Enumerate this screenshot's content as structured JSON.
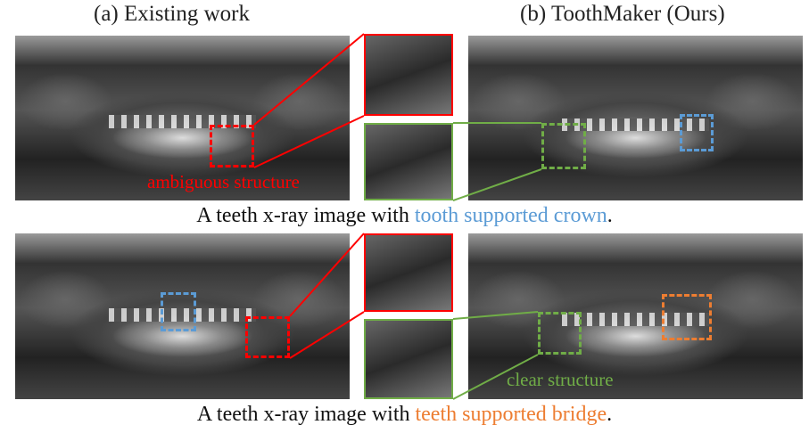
{
  "headers": {
    "left": "(a) Existing work",
    "right": "(b) ToothMaker (Ours)"
  },
  "rows": [
    {
      "caption_prefix": "A teeth x-ray image with ",
      "caption_highlight": "tooth supported crown",
      "caption_suffix": ".",
      "highlight_color": "#5b9bd5",
      "annotation": "ambiguous structure",
      "annotation_color": "#ff0000"
    },
    {
      "caption_prefix": "A teeth x-ray image with ",
      "caption_highlight": "teeth supported bridge",
      "caption_suffix": ".",
      "highlight_color": "#ed7d31",
      "annotation": "clear structure",
      "annotation_color": "#70ad47"
    }
  ],
  "colors": {
    "red": "#ff0000",
    "green": "#70ad47",
    "blue": "#5b9bd5",
    "orange": "#ed7d31"
  }
}
